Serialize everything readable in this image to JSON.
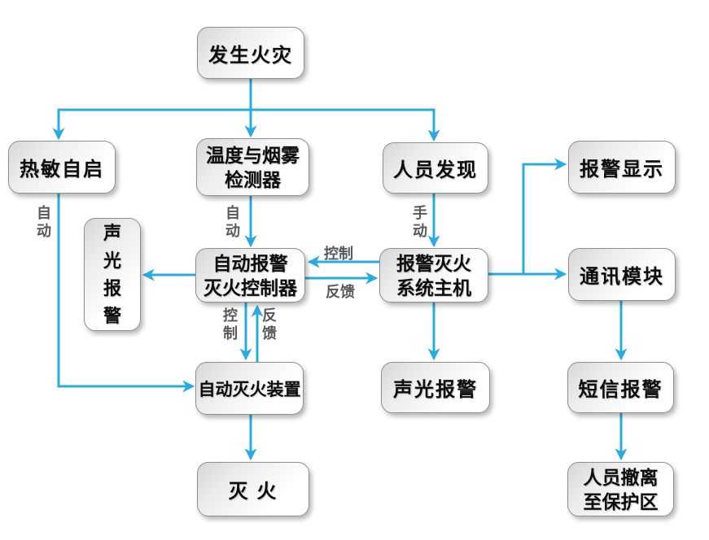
{
  "colors": {
    "arrow": "#29abe2",
    "edge_label": "#58595b",
    "node_text": "#0d0d0d",
    "node_border": "#8f8f8f"
  },
  "nodes": {
    "fire": {
      "label": "发生火灾"
    },
    "thermal": {
      "label": "热敏自启"
    },
    "detector": {
      "label": "温度与烟雾\n检测器"
    },
    "person": {
      "label": "人员发现"
    },
    "alarm_display": {
      "label": "报警显示"
    },
    "sound_light_v": {
      "label": "声\n光\n报\n警"
    },
    "controller": {
      "label": "自动报警\n灭火控制器"
    },
    "host": {
      "label": "报警灭火\n系统主机"
    },
    "comm": {
      "label": "通讯模块"
    },
    "device": {
      "label": "自动灭火装置"
    },
    "sound_light_h": {
      "label": "声光报警"
    },
    "sms": {
      "label": "短信报警"
    },
    "extinguish": {
      "label": "灭 火"
    },
    "evacuate": {
      "label": "人员撤离\n至保护区"
    }
  },
  "edge_labels": {
    "auto_left": "自\n动",
    "auto_mid": "自\n动",
    "manual": "手\n动",
    "control_h": "控制",
    "feedback_h": "反馈",
    "control_v": "控\n制",
    "feedback_v": "反\n馈"
  }
}
